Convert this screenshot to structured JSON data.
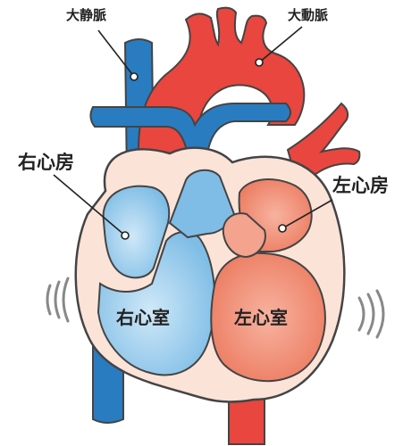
{
  "labels": {
    "vena_cava": "大静脈",
    "aorta": "大動脈",
    "right_atrium": "右心房",
    "left_atrium": "左心房",
    "right_ventricle": "右心室",
    "left_ventricle": "左心室"
  },
  "colors": {
    "vein_blue": "#2a7cc0",
    "artery_red": "#e8463f",
    "muscle_pink": "#fbe3d8",
    "right_chamber": "#a9d4f0",
    "left_chamber": "#f08a70",
    "outline": "#444444"
  }
}
